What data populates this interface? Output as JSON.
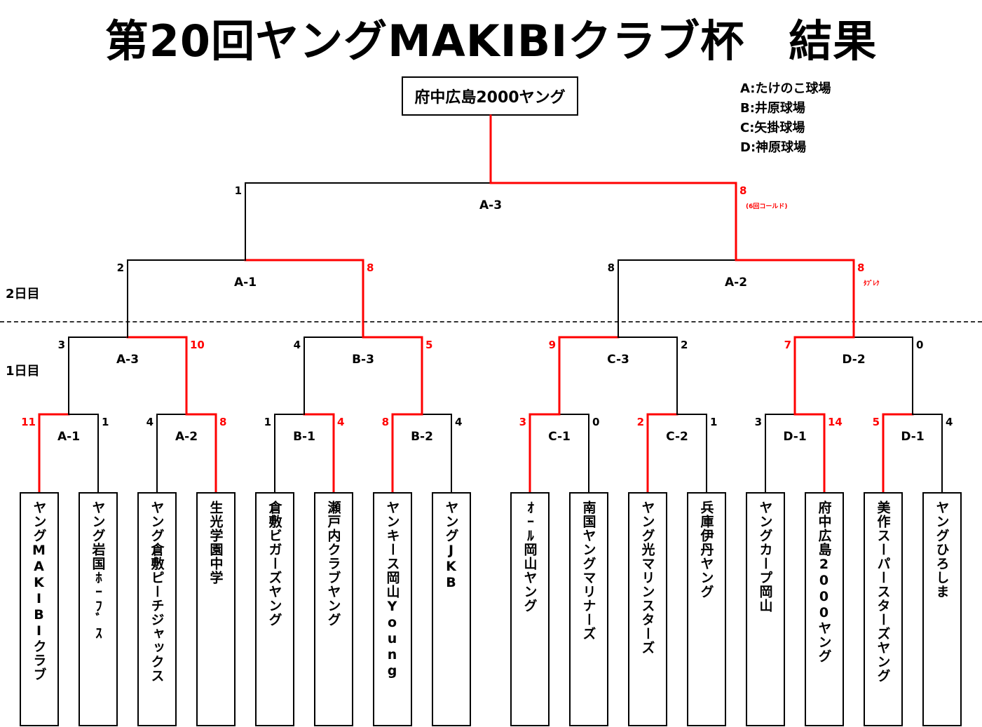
{
  "title": "第20回ヤングMAKIBIクラブ杯　結果",
  "champion": "府中広島2000ヤング",
  "legend": [
    "A:たけのこ球場",
    "B:井原球場",
    "C:矢掛球場",
    "D:神原球場"
  ],
  "day_labels": {
    "day2": "2日目",
    "day1": "1日目"
  },
  "teams": [
    "ヤングMAKIBIクラブ",
    "ヤング岩国ﾎｰﾌﾞｽ",
    "ヤング倉敷ピーチジャックス",
    "生光学園中学",
    "倉敷ビガーズヤング",
    "瀬戸内クラブヤング",
    "ヤンキース岡山Young",
    "ヤングJKB",
    "ｵｰﾙ岡山ヤング",
    "南国ヤングマリナーズ",
    "ヤング光マリンスターズ",
    "兵庫伊丹ヤング",
    "ヤングカープ岡山",
    "府中広島2000ヤング",
    "美作スーパースターズヤング",
    "ヤングひろしま"
  ],
  "r1_games": [
    {
      "label": "A-1",
      "left_score": "11",
      "right_score": "1",
      "winner": "left"
    },
    {
      "label": "A-2",
      "left_score": "4",
      "right_score": "8",
      "winner": "right"
    },
    {
      "label": "B-1",
      "left_score": "1",
      "right_score": "4",
      "winner": "right"
    },
    {
      "label": "B-2",
      "left_score": "8",
      "right_score": "4",
      "winner": "left"
    },
    {
      "label": "C-1",
      "left_score": "3",
      "right_score": "0",
      "winner": "left"
    },
    {
      "label": "C-2",
      "left_score": "2",
      "right_score": "1",
      "winner": "left"
    },
    {
      "label": "D-1",
      "left_score": "3",
      "right_score": "14",
      "winner": "right"
    },
    {
      "label": "D-1",
      "left_score": "5",
      "right_score": "4",
      "winner": "left"
    }
  ],
  "r2_games": [
    {
      "label": "A-3",
      "left_score": "3",
      "right_score": "10",
      "winner": "right"
    },
    {
      "label": "B-3",
      "left_score": "4",
      "right_score": "5",
      "winner": "right"
    },
    {
      "label": "C-3",
      "left_score": "9",
      "right_score": "2",
      "winner": "left"
    },
    {
      "label": "D-2",
      "left_score": "7",
      "right_score": "0",
      "winner": "left"
    }
  ],
  "r3_games": [
    {
      "label": "A-1",
      "left_score": "2",
      "right_score": "8",
      "winner": "right"
    },
    {
      "label": "A-2",
      "left_score": "8",
      "right_score": "8",
      "winner": "right",
      "note": "ﾀﾌﾞﾚｸ"
    }
  ],
  "final": {
    "label": "A-3",
    "left_score": "1",
    "right_score": "8",
    "winner": "right",
    "note": "(6回コールド)"
  },
  "colors": {
    "win_line": "#ff0000",
    "line": "#000000",
    "win_score": "#ff0000"
  }
}
